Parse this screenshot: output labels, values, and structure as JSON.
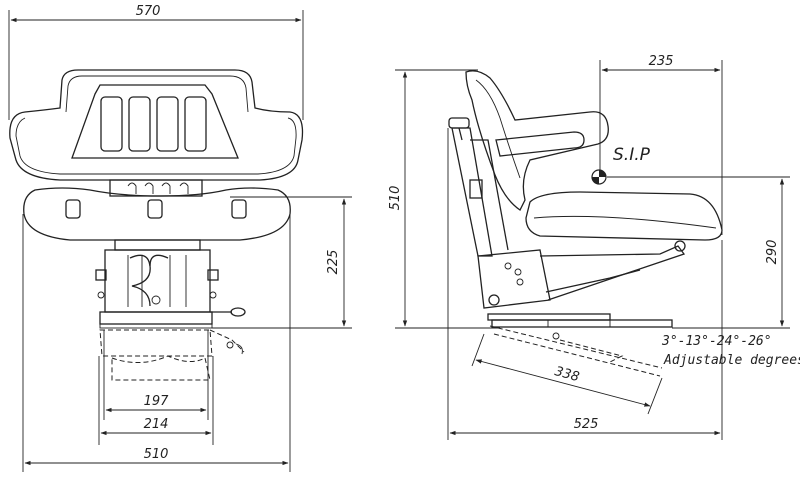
{
  "front_view": {
    "top_width": "570",
    "height_base": "225",
    "inner_197": "197",
    "inner_214": "214",
    "bottom_width": "510"
  },
  "side_view": {
    "sip_offset": "235",
    "total_height": "510",
    "sip_label": "S.I.P",
    "sip_height": "290",
    "slide_travel": "338",
    "depth": "525",
    "angles": "3°-13°-24°-26°",
    "adjustable_label": "Adjustable degrees"
  }
}
